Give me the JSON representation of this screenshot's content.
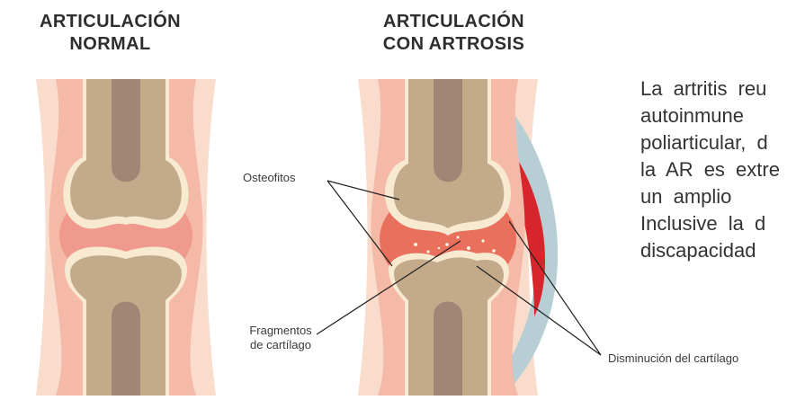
{
  "titles": {
    "normal": [
      "ARTICULACIÓN",
      "NORMAL"
    ],
    "arthrosis": [
      "ARTICULACIÓN",
      "CON ARTROSIS"
    ]
  },
  "labels": {
    "osteophytes": "Osteofitos",
    "fragments": [
      "Fragmentos",
      "de cartílago"
    ],
    "cartilage_loss": "Disminución del cartílago"
  },
  "description_lines": [
    "La artritis reu",
    "autoinmune",
    "poliarticular, d",
    "la AR es extre",
    "un amplio",
    "Inclusive la d",
    "discapacidad"
  ],
  "colors": {
    "skin": "#f9dccc",
    "capsule": "#f4b9a7",
    "bone": "#c3aa8a",
    "marrow": "#a18676",
    "cartilage": "#f7ead1",
    "fluid_normal": "#ef9a8c",
    "fluid_inflamed": "#e8705d",
    "inflamed_band": "#d6262c",
    "synovium_blue": "#b7cfd4"
  }
}
